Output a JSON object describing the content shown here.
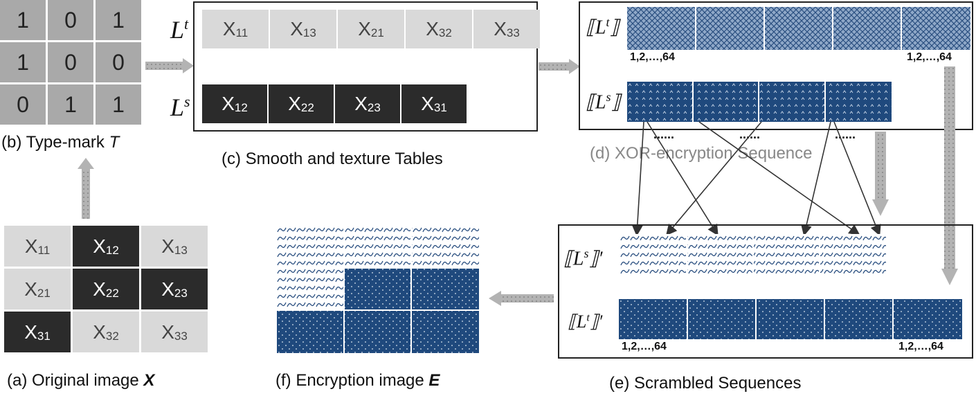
{
  "typemark": {
    "cells": [
      "1",
      "0",
      "1",
      "1",
      "0",
      "0",
      "0",
      "1",
      "1"
    ],
    "caption": "(b) Type-mark ",
    "caption_var": "T"
  },
  "original": {
    "cells": [
      {
        "base": "X",
        "sub": "11",
        "kind": "light"
      },
      {
        "base": "X",
        "sub": "12",
        "kind": "dark"
      },
      {
        "base": "X",
        "sub": "13",
        "kind": "light"
      },
      {
        "base": "X",
        "sub": "21",
        "kind": "light"
      },
      {
        "base": "X",
        "sub": "22",
        "kind": "dark"
      },
      {
        "base": "X",
        "sub": "23",
        "kind": "dark"
      },
      {
        "base": "X",
        "sub": "31",
        "kind": "dark"
      },
      {
        "base": "X",
        "sub": "32",
        "kind": "light"
      },
      {
        "base": "X",
        "sub": "33",
        "kind": "light"
      }
    ],
    "caption": "(a) Original image ",
    "caption_var": "X"
  },
  "tables": {
    "lt_label": "L",
    "lt_sup": "t",
    "ls_label": "L",
    "ls_sup": "s",
    "texture_row": [
      {
        "base": "X",
        "sub": "11"
      },
      {
        "base": "X",
        "sub": "13"
      },
      {
        "base": "X",
        "sub": "21"
      },
      {
        "base": "X",
        "sub": "32"
      },
      {
        "base": "X",
        "sub": "33"
      }
    ],
    "smooth_row": [
      {
        "base": "X",
        "sub": "12"
      },
      {
        "base": "X",
        "sub": "22"
      },
      {
        "base": "X",
        "sub": "23"
      },
      {
        "base": "X",
        "sub": "31"
      }
    ],
    "caption": "(c) Smooth and texture Tables"
  },
  "xor": {
    "lt_label": "⟦L",
    "lt_sup": "t",
    "lt_close": "⟧",
    "ls_label": "⟦L",
    "ls_sup": "s",
    "ls_close": "⟧",
    "range_left": "1,2,…,64",
    "range_right": "1,2,…,64",
    "dots": [
      "......",
      "......",
      "......"
    ],
    "caption": "(d) XOR-encryption Sequence"
  },
  "scrambled": {
    "ls_label": "⟦L",
    "ls_sup": "s",
    "ls_close": "⟧′",
    "lt_label": "⟦L",
    "lt_sup": "t",
    "lt_close": "⟧′",
    "range_left": "1,2,…,64",
    "range_right": "1,2,…,64",
    "caption": "(e) Scrambled Sequences"
  },
  "encryption": {
    "caption": "(f) Encryption image ",
    "caption_var": "E"
  },
  "colors": {
    "gray_cell": "#a9a9a9",
    "light_cell": "#d9d9d9",
    "dark_cell": "#2b2b2b",
    "navy": "#1f497d",
    "arrow": "#b0b0b0"
  }
}
